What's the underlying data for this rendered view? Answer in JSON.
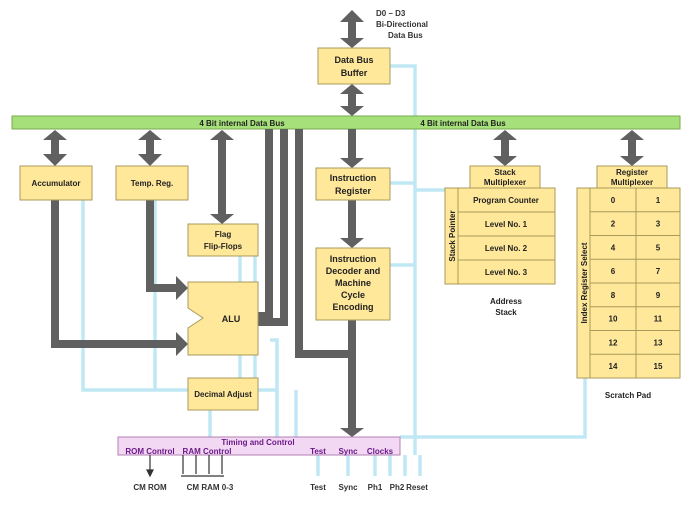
{
  "top_label": {
    "line1": "D0 – D3",
    "line2": "Bi-Directional",
    "line3": "Data Bus"
  },
  "blocks": {
    "data_bus_buffer": {
      "line1": "Data Bus",
      "line2": "Buffer"
    },
    "accumulator": "Accumulator",
    "temp_reg": "Temp. Reg.",
    "flag": {
      "line1": "Flag",
      "line2": "Flip-Flops"
    },
    "alu": "ALU",
    "decimal_adjust": "Decimal Adjust",
    "instruction_register": {
      "line1": "Instruction",
      "line2": "Register"
    },
    "instruction_decoder": {
      "line1": "Instruction",
      "line2": "Decoder and",
      "line3": "Machine",
      "line4": "Cycle",
      "line5": "Encoding"
    },
    "stack_multiplexer": {
      "line1": "Stack",
      "line2": "Multiplexer"
    },
    "register_multiplexer": {
      "line1": "Register",
      "line2": "Multiplexer"
    },
    "stack_pointer": "Stack Pointer",
    "index_register_select": "Index Register Select"
  },
  "bus": {
    "left_label": "4 Bit internal Data Bus",
    "right_label": "4 Bit internal Data Bus"
  },
  "address_stack": {
    "rows": [
      "Program Counter",
      "Level No. 1",
      "Level No. 2",
      "Level No. 3"
    ],
    "caption_line1": "Address",
    "caption_line2": "Stack"
  },
  "scratch_pad": {
    "left": [
      "0",
      "2",
      "4",
      "6",
      "8",
      "10",
      "12",
      "14"
    ],
    "right": [
      "1",
      "3",
      "5",
      "7",
      "9",
      "11",
      "13",
      "15"
    ],
    "caption": "Scratch Pad"
  },
  "timing": {
    "title": "Timing and Control",
    "labels": {
      "rom_control": "ROM Control",
      "ram_control": "RAM Control",
      "test": "Test",
      "sync": "Sync",
      "clocks": "Clocks"
    }
  },
  "pins": {
    "cm_rom": "CM ROM",
    "cm_ram": "CM RAM 0-3",
    "test": "Test",
    "sync": "Sync",
    "ph1": "Ph1",
    "ph2": "Ph2",
    "reset": "Reset"
  },
  "colors": {
    "block": "#ffe89a",
    "bus": "#a6e07a",
    "arrow": "#606060",
    "signal": "#bfe8f4",
    "timing_bg": "#f3d8f3"
  }
}
